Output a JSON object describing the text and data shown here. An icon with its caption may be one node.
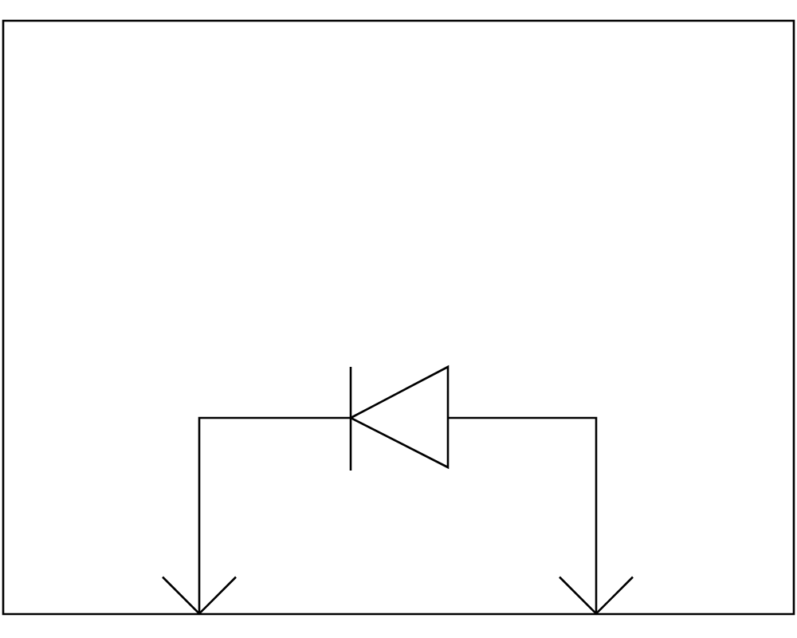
{
  "diagram": {
    "nodes": [
      {
        "text": [],
        "shape": "box"
      },
      {
        "text": [],
        "shape": "diode",
        "in": 0
      }
    ],
    "edges": [
      {
        "from": 1,
        "to": 0,
        "arrow": "to"
      },
      {
        "from": 1,
        "to": 0,
        "arrow": "to"
      }
    ]
  }
}
